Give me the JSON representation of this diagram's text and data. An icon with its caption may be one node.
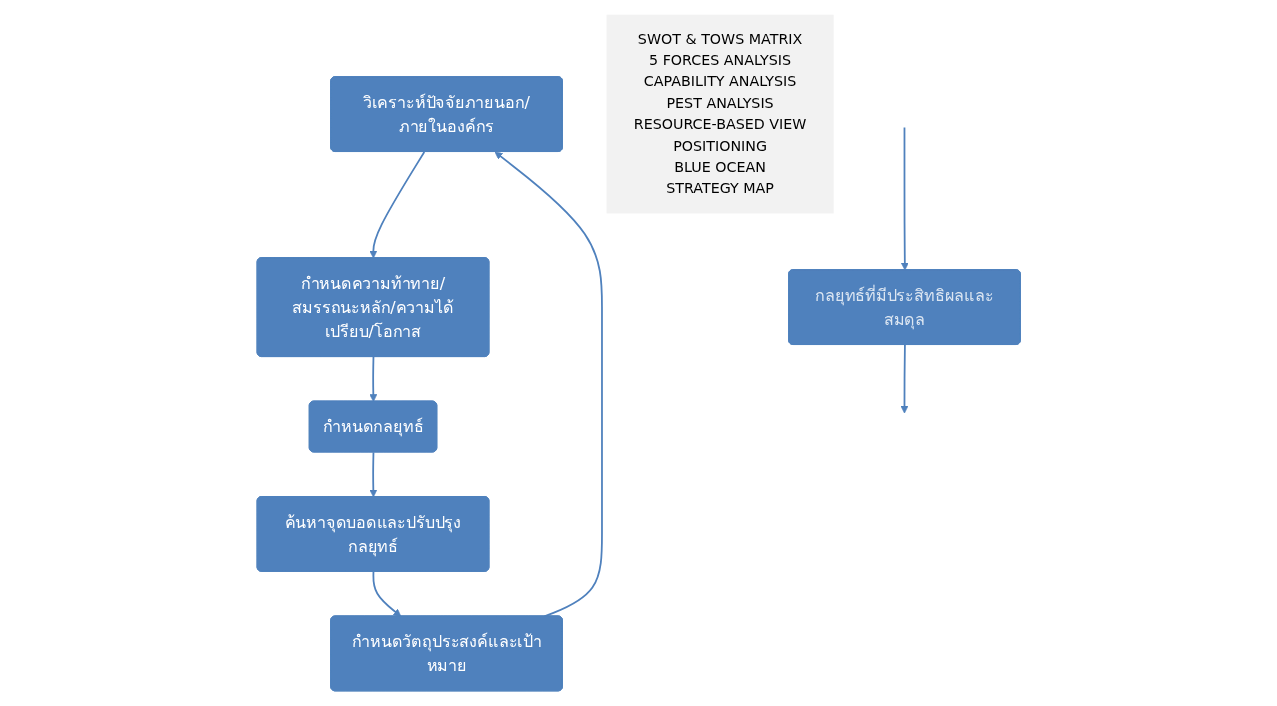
{
  "diagram": {
    "nodes": [
      {
        "text": [
          "วิเคราะห์ปัจจัยภายนอก/ภายในองค์กร"
        ]
      },
      {
        "text": [
          "กำหนดความท้าทาย/สมรรถนะหลัก/ความได้เปรียบ/โอกาส"
        ]
      },
      {
        "text": [
          "กำหนดกลยุทธ์"
        ]
      },
      {
        "text": [
          "ค้นหาจุดบอดและปรับปรุงกลยุทธ์"
        ]
      },
      {
        "text": [
          "กำหนดวัตถุประสงค์และเป้าหมาย"
        ]
      },
      {
        "text": [
          "SWOT & TOWS MATRIX",
          "5 FORCES ANALYSIS",
          "CAPABILITY ANALYSIS",
          "PEST ANALYSIS",
          "RESOURCE-BASED VIEW",
          "POSITIONING",
          "BLUE OCEAN",
          "STRATEGY MAP"
        ]
      },
      {
        "text": [
          "กลยุทธ์ที่มีประสิทธิผลและสมดุล"
        ]
      }
    ],
    "edges": [
      {
        "from": 0,
        "to": 1,
        "arrow": "to"
      },
      {
        "from": 1,
        "to": 2,
        "arrow": "to"
      },
      {
        "from": 2,
        "to": 3,
        "arrow": "to"
      },
      {
        "from": 3,
        "to": 4,
        "arrow": "to"
      },
      {
        "from": 4,
        "to": 0,
        "arrow": "to"
      },
      {
        "from": null,
        "to": 6,
        "arrow": "to"
      },
      {
        "from": 6,
        "to": null,
        "arrow": "to"
      }
    ]
  }
}
